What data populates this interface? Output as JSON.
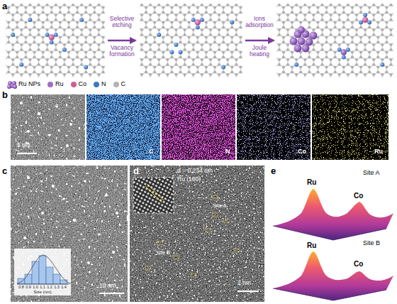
{
  "diagram": {
    "labels": [
      "a",
      "Selective etching",
      "Vacancy formation",
      "Ions adsorption",
      "Joule heating",
      "b",
      "5 nm",
      "C",
      "N",
      "Co",
      "Ru",
      "c",
      "0.8",
      "0.9",
      "1.0",
      "1.1",
      "1.2",
      "1.3",
      "1.4",
      "Size (nm)",
      "10 nm",
      "d",
      "d = 0.234 nm",
      "Ru (100)",
      "Site A",
      "Site B",
      "2 nm",
      "e",
      "Site A",
      "Ru",
      "Co",
      "Site B",
      "Ru",
      "Co"
    ],
    "legend": [
      {
        "text": "Ru NPs"
      },
      {
        "text": "Ru",
        "color": "#9b6fc6"
      },
      {
        "text": "Co",
        "color": "#c8608f"
      },
      {
        "text": "N",
        "color": "#3f78c0"
      },
      {
        "text": "C",
        "color": "#b4b4b4"
      }
    ]
  }
}
